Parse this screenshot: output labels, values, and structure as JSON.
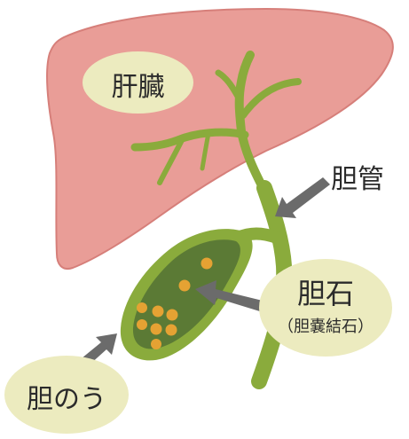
{
  "labels": {
    "liver": "肝臓",
    "bile_duct": "胆管",
    "gallstone": "胆石",
    "gallstone_sub": "（胆嚢結石）",
    "gallbladder": "胆のう"
  },
  "colors": {
    "liver": "#e99d97",
    "liver_edge": "#d67f7a",
    "duct": "#8aab3c",
    "gallbladder_inner": "#5b7a35",
    "stone": "#e5a233",
    "bubble": "#ecebbf",
    "arrow": "#6b6b6b",
    "text": "#2b2b2b"
  }
}
